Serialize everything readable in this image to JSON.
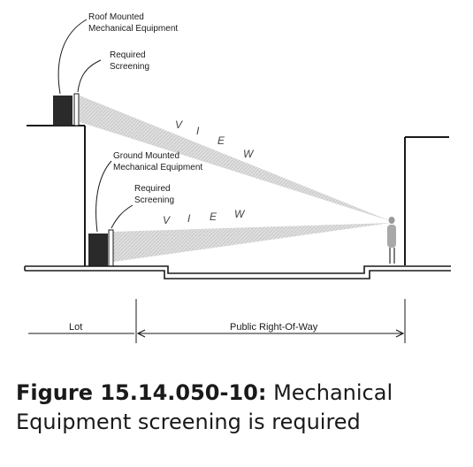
{
  "labels": {
    "roof_equipment": [
      "Roof Mounted",
      "Mechanical Equipment"
    ],
    "roof_screening": [
      "Required",
      "Screening"
    ],
    "ground_equipment": [
      "Ground Mounted",
      "Mechanical Equipment"
    ],
    "ground_screening": [
      "Required",
      "Screening"
    ],
    "view_upper": [
      "V",
      "I",
      "E",
      "W"
    ],
    "view_lower": [
      "V",
      "I",
      "E",
      "W"
    ],
    "lot": "Lot",
    "right_of_way": "Public Right-Of-Way"
  },
  "caption": {
    "figure": "Figure 15.14.050-10:",
    "text": " Mechanical Equipment screening is required"
  },
  "colors": {
    "ink": "#1a1a1a",
    "equipment": "#2a2a2a",
    "view_cone": "#c8c8c8"
  }
}
